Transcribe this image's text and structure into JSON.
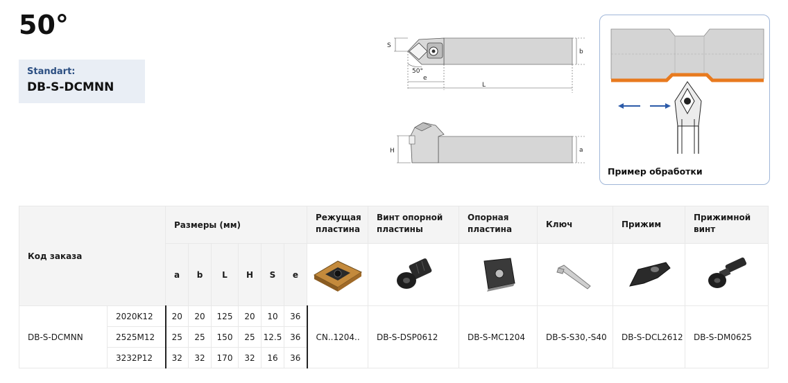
{
  "header": {
    "angle_title": "50°",
    "standard_label": "Standart:",
    "standard_code": "DB-S-DCMNN"
  },
  "drawing": {
    "labels": {
      "S": "S",
      "b": "b",
      "angle": "50°",
      "e": "e",
      "L": "L",
      "H": "H",
      "a": "a"
    }
  },
  "example": {
    "caption": "Пример обработки"
  },
  "table": {
    "order_code_header": "Код заказа",
    "dims_header": "Размеры (мм)",
    "dim_columns": [
      "a",
      "b",
      "L",
      "H",
      "S",
      "e"
    ],
    "part_headers": {
      "insert": "Режущая пластина",
      "seat_screw": "Винт опорной пластины",
      "seat": "Опорная пластина",
      "key": "Ключ",
      "clamp": "Прижим",
      "clamp_screw": "Прижимной винт"
    },
    "code": "DB-S-DCMNN",
    "rows": [
      {
        "variant": "2020K12",
        "a": "20",
        "b": "20",
        "L": "125",
        "H": "20",
        "S": "10",
        "e": "36"
      },
      {
        "variant": "2525M12",
        "a": "25",
        "b": "25",
        "L": "150",
        "H": "25",
        "S": "12.5",
        "e": "36"
      },
      {
        "variant": "3232P12",
        "a": "32",
        "b": "32",
        "L": "170",
        "H": "32",
        "S": "16",
        "e": "36"
      }
    ],
    "parts": {
      "insert": "CN..1204..",
      "seat_screw": "DB-S-DSP0612",
      "seat": "DB-S-MC1204",
      "key": "DB-S-S30,-S40",
      "clamp": "DB-S-DCL2612",
      "clamp_screw": "DB-S-DM0625"
    }
  },
  "colors": {
    "accent_blue": "#2c4f82",
    "orange": "#e87a1e",
    "arrow_blue": "#2b5aa8",
    "box_border": "#9fb6d8"
  }
}
